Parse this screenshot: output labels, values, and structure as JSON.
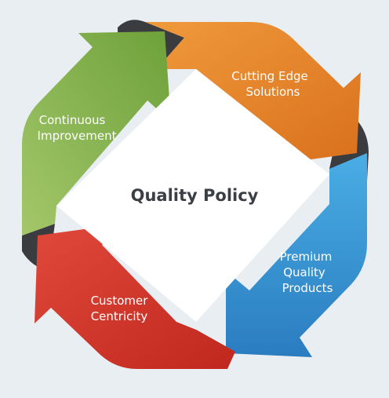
{
  "center_title": "Quality Policy",
  "segments": [
    {
      "id": "cutting-edge",
      "lines": [
        "Cutting Edge",
        "Solutions"
      ],
      "color": "#e98a2e",
      "color_dark": "#d46f1a"
    },
    {
      "id": "premium-quality",
      "lines": [
        "Premium",
        "Quality",
        "Products"
      ],
      "color": "#3d9fdb",
      "color_dark": "#2b7fc0"
    },
    {
      "id": "customer-centricity",
      "lines": [
        "Customer",
        "Centricity"
      ],
      "color": "#d63a2e",
      "color_dark": "#b02820"
    },
    {
      "id": "continuous-improvement",
      "lines": [
        "Continuous",
        "Improvement"
      ],
      "color": "#8fbf4a",
      "color_dark": "#6fa33a"
    }
  ],
  "colors": {
    "background": "#e9eef3",
    "inner": "#ffffff",
    "joint": "#3a3c40",
    "label_text": "#ffffff",
    "title_text": "#3b3e45"
  }
}
